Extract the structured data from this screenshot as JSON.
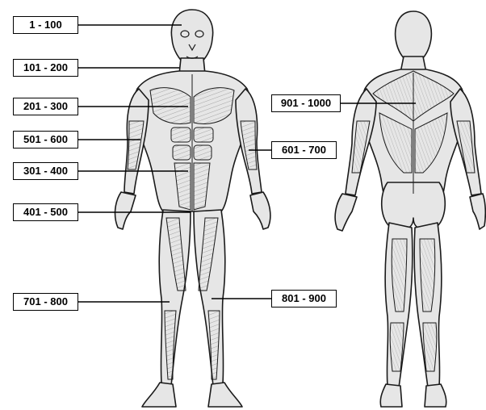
{
  "labels": [
    {
      "id": "head",
      "text": "1 - 100"
    },
    {
      "id": "neck",
      "text": "101 - 200"
    },
    {
      "id": "chest",
      "text": "201 - 300"
    },
    {
      "id": "right-arm",
      "text": "501 - 600"
    },
    {
      "id": "abdomen",
      "text": "301 - 400"
    },
    {
      "id": "pelvis",
      "text": "401 - 500"
    },
    {
      "id": "right-leg",
      "text": "701 - 800"
    },
    {
      "id": "upper-back",
      "text": "901 - 1000"
    },
    {
      "id": "left-arm",
      "text": "601 - 700"
    },
    {
      "id": "left-leg",
      "text": "801 - 900"
    }
  ],
  "colors": {
    "ink": "#1a1a1a",
    "muscle": "#e6e6e6",
    "background": "#ffffff"
  }
}
